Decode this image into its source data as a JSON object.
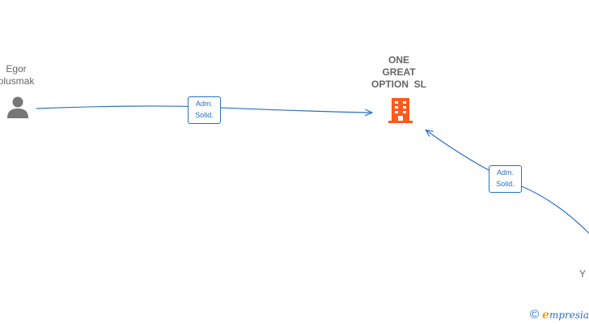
{
  "company": {
    "name_lines": [
      "ONE",
      "GREAT",
      "OPTION  SL"
    ],
    "icon": "building-icon",
    "color": "#ff5a1f"
  },
  "persons": [
    {
      "name_lines": [
        "Egor",
        "olusmak"
      ],
      "icon": "person-icon",
      "color": "#777777"
    },
    {
      "name_lines": [
        "Y"
      ]
    }
  ],
  "edges": [
    {
      "label_lines": [
        "Adm.",
        "Solid."
      ]
    },
    {
      "label_lines": [
        "Adm.",
        "Solid."
      ]
    }
  ],
  "edge_color": "#2a6fc9",
  "footer": {
    "copyright_symbol": "©",
    "brand_initial": "e",
    "brand_rest": "mpresia"
  }
}
